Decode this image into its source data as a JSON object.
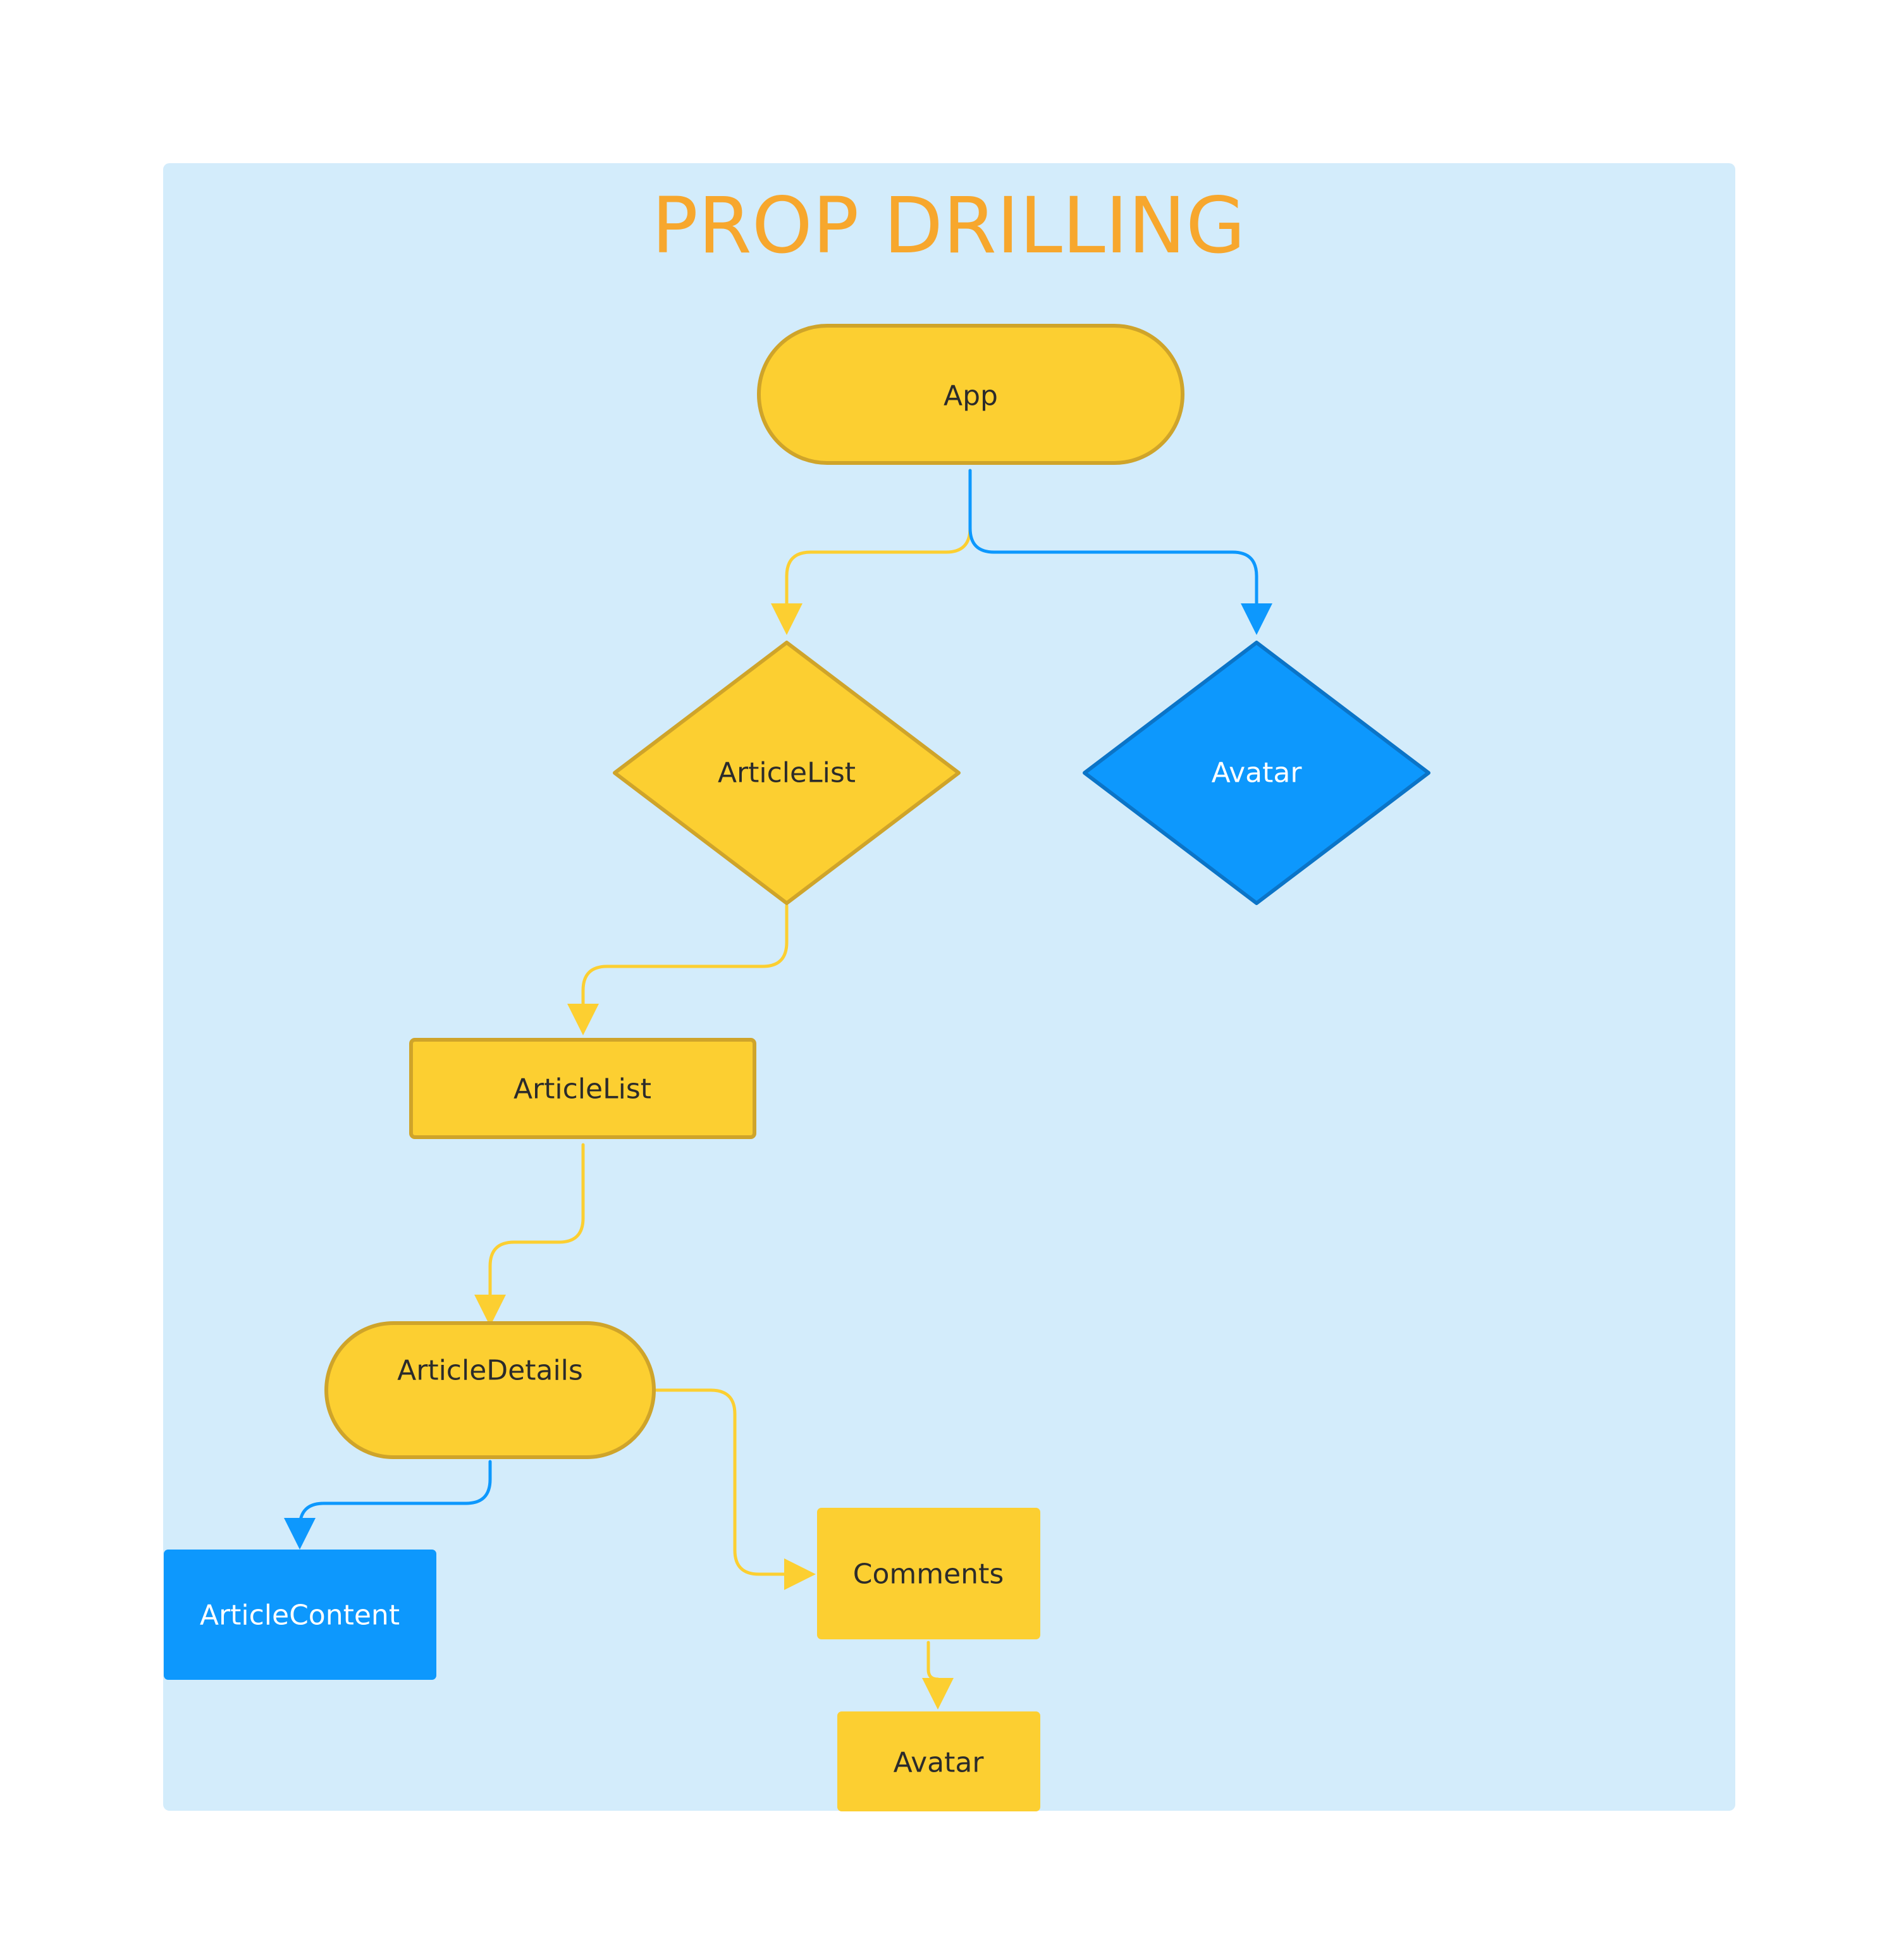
{
  "title": "PROP DRILLING",
  "colors": {
    "background": "#ffffff",
    "frame": "#d3ecfb",
    "title": "#f7a72d",
    "yellow_fill": "#fccf31",
    "yellow_stroke": "#cfa42a",
    "blue_fill": "#0d98fd",
    "blue_stroke": "#0b74c7",
    "yellow_edge": "#fccf31",
    "blue_edge": "#0d98fd",
    "dark_text": "#2b2b2b",
    "light_text": "#ffffff"
  },
  "nodes": {
    "app": {
      "label": "App",
      "shape": "terminator",
      "color": "yellow"
    },
    "article_list_decision": {
      "label": "ArticleList",
      "shape": "decision",
      "color": "yellow"
    },
    "avatar_decision": {
      "label": "Avatar",
      "shape": "decision",
      "color": "blue"
    },
    "article_list_process": {
      "label": "ArticleList",
      "shape": "process",
      "color": "yellow"
    },
    "article_details": {
      "label": "ArticleDetails",
      "shape": "terminator",
      "color": "yellow"
    },
    "article_content": {
      "label": "ArticleContent",
      "shape": "rectangle",
      "color": "blue"
    },
    "comments": {
      "label": "Comments",
      "shape": "rectangle",
      "color": "yellow"
    },
    "avatar_leaf": {
      "label": "Avatar",
      "shape": "rectangle",
      "color": "yellow"
    }
  },
  "edges": [
    {
      "from": "app",
      "to": "article_list_decision",
      "color": "yellow"
    },
    {
      "from": "app",
      "to": "avatar_decision",
      "color": "blue"
    },
    {
      "from": "article_list_decision",
      "to": "article_list_process",
      "color": "yellow"
    },
    {
      "from": "article_list_process",
      "to": "article_details",
      "color": "yellow"
    },
    {
      "from": "article_details",
      "to": "article_content",
      "color": "blue"
    },
    {
      "from": "article_details",
      "to": "comments",
      "color": "yellow"
    },
    {
      "from": "comments",
      "to": "avatar_leaf",
      "color": "yellow"
    }
  ]
}
